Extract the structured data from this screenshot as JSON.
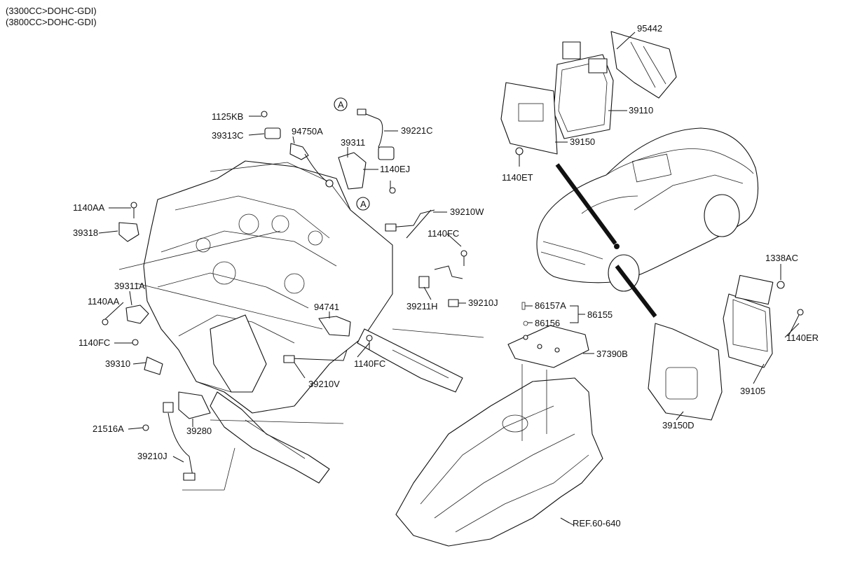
{
  "header": {
    "line1": "(3300CC>DOHC-GDI)",
    "line2": "(3800CC>DOHC-GDI)"
  },
  "callouts": {
    "p95442": "95442",
    "p39110": "39110",
    "p39150": "39150",
    "p1140ET": "1140ET",
    "p1125KB": "1125KB",
    "p39313C": "39313C",
    "p94750A": "94750A",
    "p39311": "39311",
    "p39221C": "39221C",
    "p1140EJ": "1140EJ",
    "p39210W": "39210W",
    "p1140AA_top": "1140AA",
    "p39318": "39318",
    "p1140FC_right": "1140FC",
    "p39311A": "39311A",
    "p1140AA_left": "1140AA",
    "p39211H": "39211H",
    "p39210J_right": "39210J",
    "p94741": "94741",
    "p1140FC_left": "1140FC",
    "p39310": "39310",
    "p1140FC_mid": "1140FC",
    "p39210V": "39210V",
    "p21516A": "21516A",
    "p39280": "39280",
    "p39210J_left": "39210J",
    "p86157A": "86157A",
    "p86155": "86155",
    "p86156": "86156",
    "p37390B": "37390B",
    "p1338AC": "1338AC",
    "p1140ER": "1140ER",
    "p39105": "39105",
    "p39150D": "39150D",
    "ref": "REF.60-640",
    "markerA1": "A",
    "markerA2": "A"
  }
}
